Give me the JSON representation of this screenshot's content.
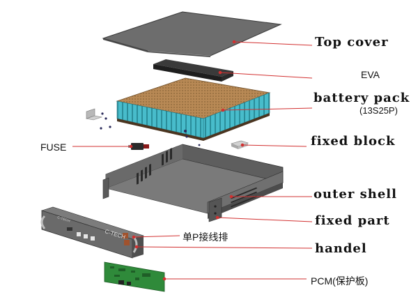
{
  "labels": {
    "top_cover": "Top cover",
    "eva": "EVA",
    "battery_pack": "battery pack",
    "battery_pack_sub": "(13S25P)",
    "fixed_block": "fixed block",
    "fuse": "FUSE",
    "outer_shell": "outer shell",
    "fixed_part": "fixed part",
    "single_p_terminal": "单P接线排",
    "handel": "handel",
    "pcm": "PCM(保护板)"
  },
  "front_panel_logo": "C-TECH",
  "colors": {
    "leader_line": "#d23030",
    "cell_teal": "#3fb6c4",
    "pack_top": "#b98a55",
    "pcb_green": "#2e8b3a",
    "shell_grey": "#6b6b6b",
    "cover_grey": "#6a6a6a"
  }
}
